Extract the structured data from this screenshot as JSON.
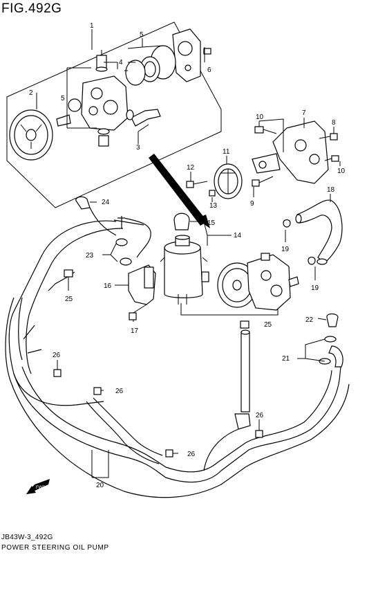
{
  "figure": {
    "title": "FIG.492G"
  },
  "caption": {
    "code": "JB43W-3_492G",
    "name": "POWER STEERING OIL PUMP"
  },
  "direction_marker": {
    "label": "FWD",
    "icon": "fwd-arrow-icon"
  },
  "callouts": {
    "c1": "1",
    "c2": "2",
    "c3": "3",
    "c4": "4",
    "c5a": "5",
    "c5b": "5",
    "c6": "6",
    "c7": "7",
    "c8": "8",
    "c9": "9",
    "c10a": "10",
    "c10b": "10",
    "c11": "11",
    "c12": "12",
    "c13": "13",
    "c14": "14",
    "c15": "15",
    "c16": "16",
    "c17": "17",
    "c18": "18",
    "c19a": "19",
    "c19b": "19",
    "c20": "20",
    "c21": "21",
    "c22": "22",
    "c23": "23",
    "c24": "24",
    "c25a": "25",
    "c25b": "25",
    "c26a": "26",
    "c26b": "26",
    "c26c": "26",
    "c26d": "26"
  }
}
